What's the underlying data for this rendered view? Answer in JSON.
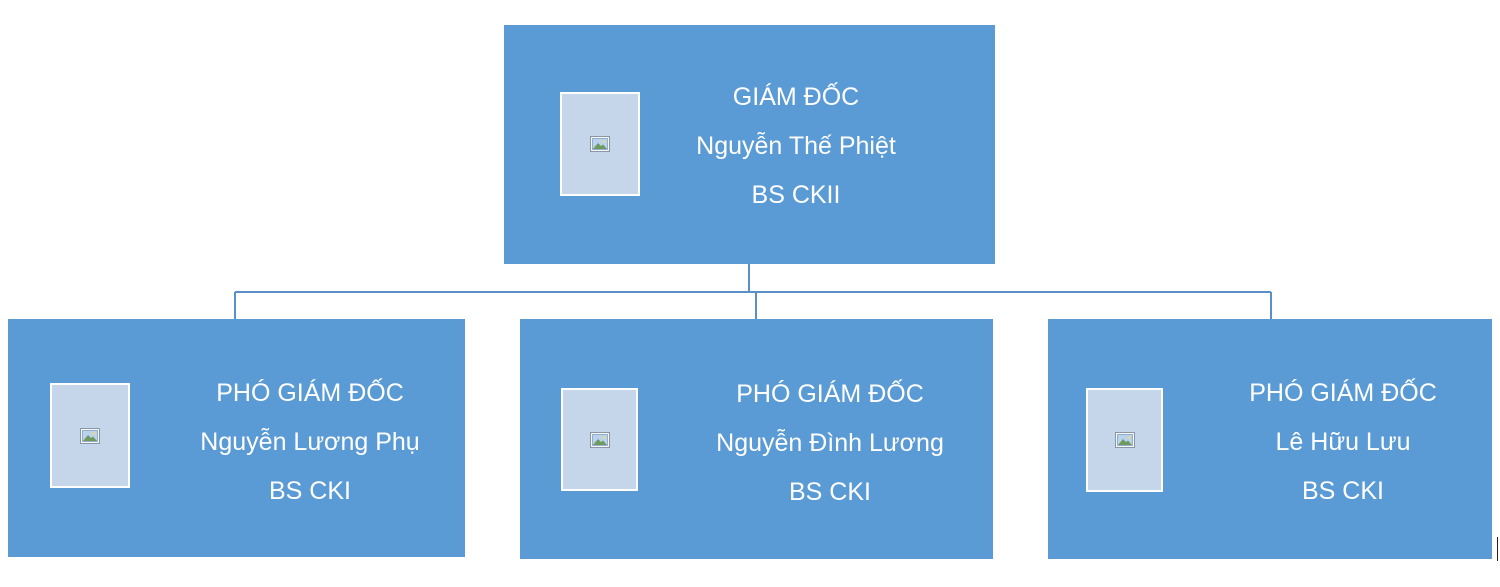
{
  "org": {
    "director": {
      "title": "GIÁM ĐỐC",
      "name": "Nguyễn Thế Phiệt",
      "degree": "BS CKII",
      "photo_icon": "image-placeholder-icon"
    },
    "deputies": [
      {
        "title": "PHÓ GIÁM ĐỐC",
        "name": "Nguyễn Lương Phụ",
        "degree": "BS CKI",
        "photo_icon": "image-placeholder-icon"
      },
      {
        "title": "PHÓ GIÁM ĐỐC",
        "name": "Nguyễn Đình Lương",
        "degree": "BS CKI",
        "photo_icon": "image-placeholder-icon"
      },
      {
        "title": "PHÓ GIÁM ĐỐC",
        "name": "Lê Hữu Lưu",
        "degree": "BS CKI",
        "photo_icon": "image-placeholder-icon"
      }
    ]
  },
  "colors": {
    "node_fill": "#5b9bd5",
    "photo_fill": "#c5d5ea",
    "connector": "#5b8fc7",
    "text": "#ffffff"
  }
}
